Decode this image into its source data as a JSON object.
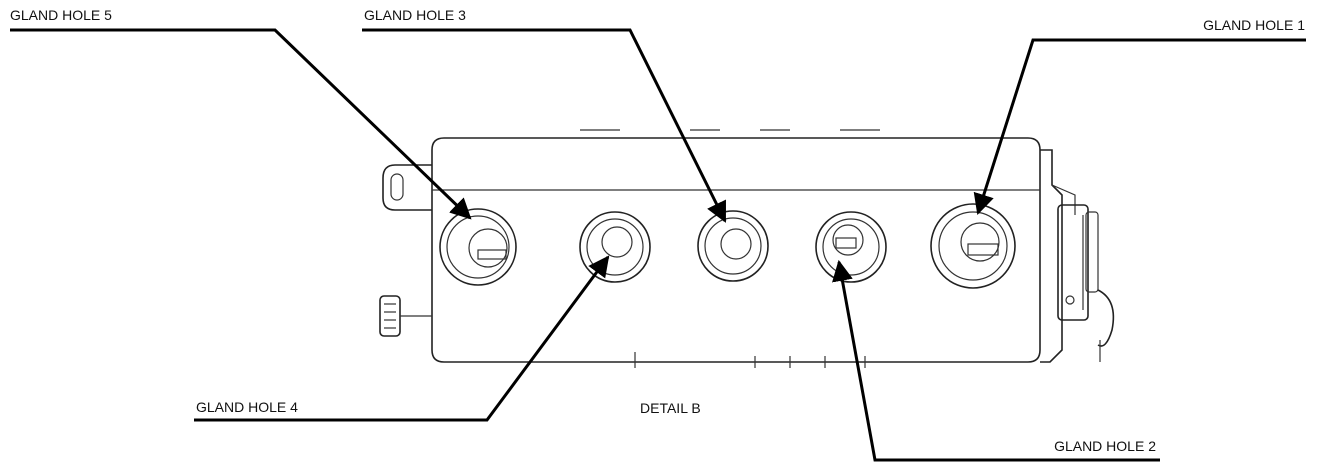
{
  "labels": {
    "gland_hole_1": "GLAND HOLE 1",
    "gland_hole_2": "GLAND HOLE 2",
    "gland_hole_3": "GLAND HOLE 3",
    "gland_hole_4": "GLAND HOLE 4",
    "gland_hole_5": "GLAND HOLE 5",
    "detail": "DETAIL B"
  },
  "colors": {
    "line": "#000000",
    "background": "#ffffff"
  }
}
